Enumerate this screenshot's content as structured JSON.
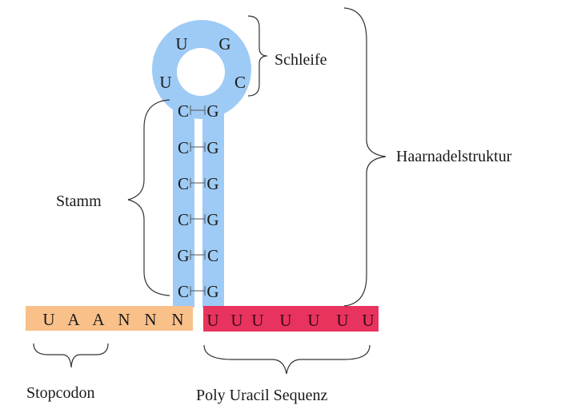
{
  "colors": {
    "stem": "#9ecbf5",
    "stopcodon_bar": "#f9c08a",
    "polyu_bar": "#e8335e"
  },
  "loop_bases": [
    "U",
    "G",
    "U",
    "C"
  ],
  "stem_left": [
    "C",
    "C",
    "C",
    "C",
    "G",
    "C"
  ],
  "stem_right": [
    "G",
    "G",
    "G",
    "G",
    "C",
    "G"
  ],
  "stopcodon_bases": [
    "U",
    "A",
    "A",
    "N",
    "N",
    "N"
  ],
  "polyu_bases": [
    "U",
    "U",
    "U",
    "U",
    "U",
    "U",
    "U"
  ],
  "labels": {
    "loop": "Schleife",
    "hairpin": "Haarnadelstruktur",
    "stem": "Stamm",
    "stopcodon": "Stopcodon",
    "polyu": "Poly Uracil Sequenz"
  }
}
